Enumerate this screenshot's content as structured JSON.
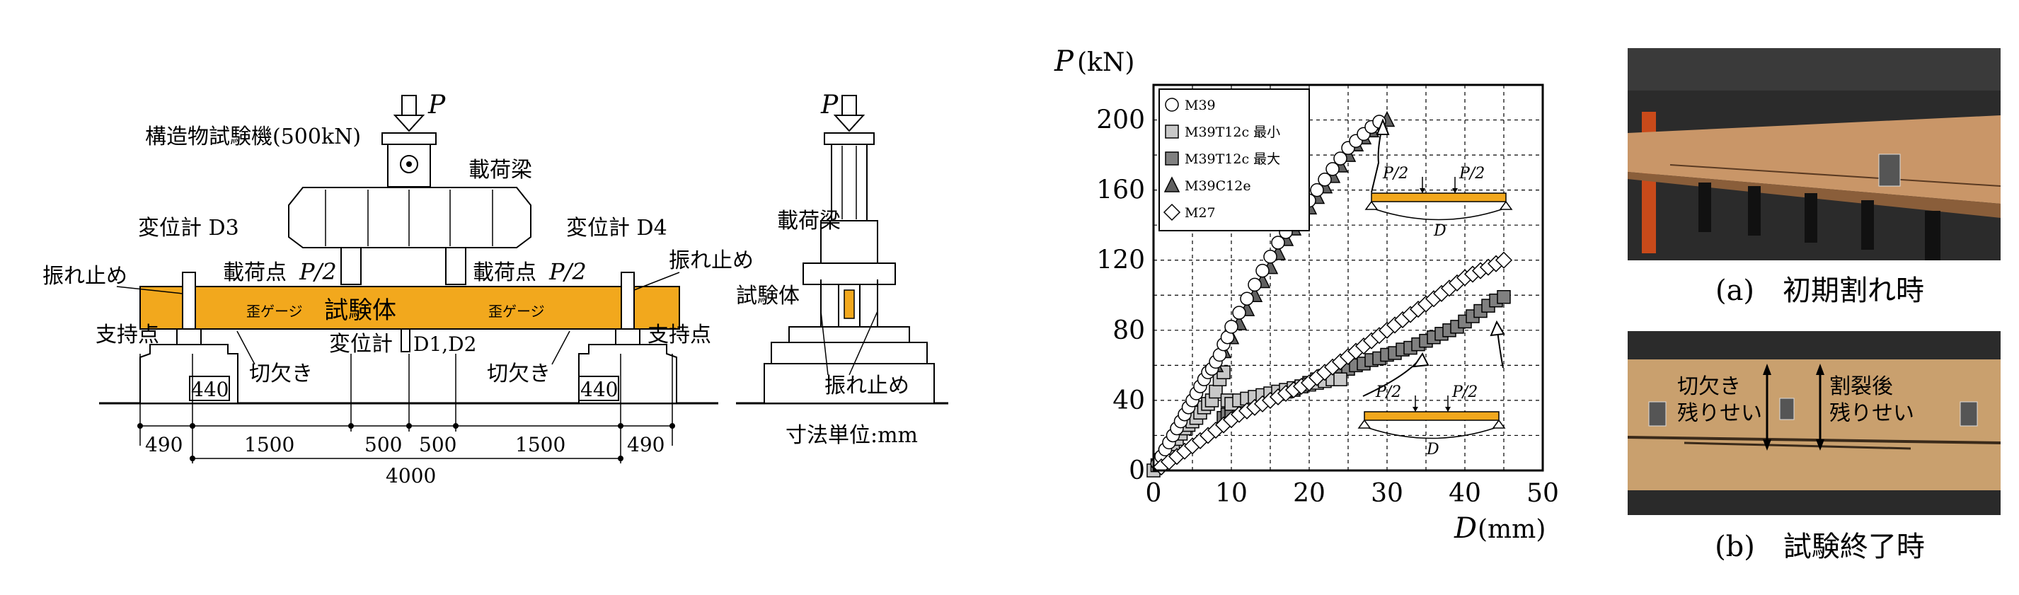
{
  "setup": {
    "machine": "構造物試験機(500kN)",
    "P": "P",
    "loading_beam": "載荷梁",
    "gauge_d3": "変位計 D3",
    "gauge_d4": "変位計 D4",
    "brace": "振れ止め",
    "load_point": "載荷点",
    "half_p": "P/2",
    "strain_gauge": "歪ゲージ",
    "specimen": "試験体",
    "support": "支持点",
    "gauge_center": "変位計",
    "d1d2": "D1,D2",
    "notch": "切欠き",
    "dim_440": "440",
    "dims": [
      "490",
      "1500",
      "500",
      "500",
      "1500",
      "490"
    ],
    "dim_total": "4000",
    "units": "寸法単位:mm"
  },
  "chart_data": {
    "type": "scatter",
    "xlabel_var": "D",
    "xlabel_unit": "(mm)",
    "ylabel_var": "P",
    "ylabel_unit": "(kN)",
    "xlim": [
      0,
      50
    ],
    "ylim": [
      0,
      220
    ],
    "xticks": [
      0,
      10,
      20,
      30,
      40,
      50
    ],
    "yticks": [
      0,
      40,
      80,
      120,
      160,
      200
    ],
    "grid": true,
    "legend_position": "top-left",
    "inset_half_p": "P/2",
    "inset_d": "D",
    "series": [
      {
        "name": "M39",
        "marker": "circle",
        "fill": "#ffffff",
        "x": [
          0.5,
          1,
          1.5,
          2,
          2.5,
          3,
          3.5,
          4,
          4.5,
          5,
          5.5,
          6,
          6.5,
          7,
          7.5,
          8,
          8.5,
          9,
          9.5,
          10,
          11,
          12,
          13,
          14,
          15,
          16,
          17,
          18,
          19,
          20,
          21,
          22,
          23,
          24,
          25,
          26,
          27,
          28,
          29
        ],
        "y": [
          4,
          8,
          12,
          16,
          20,
          24,
          28,
          32,
          36,
          40,
          44,
          48,
          52,
          56,
          58,
          62,
          66,
          72,
          76,
          82,
          90,
          98,
          106,
          114,
          122,
          130,
          136,
          142,
          148,
          154,
          160,
          166,
          172,
          178,
          184,
          188,
          192,
          196,
          199
        ]
      },
      {
        "name": "M39T12c 最小",
        "marker": "square",
        "fill": "#c8c8c8",
        "x": [
          0,
          0.5,
          1,
          1.5,
          2,
          2.5,
          3,
          3.5,
          4,
          4.5,
          5,
          5.5,
          6,
          6.5,
          7,
          7.5,
          8,
          8.5,
          9,
          9.5,
          10,
          11,
          12,
          13,
          14,
          15,
          16,
          17,
          18,
          19,
          20,
          21,
          22,
          23,
          24
        ],
        "y": [
          0,
          3,
          6,
          9,
          12,
          15,
          18,
          21,
          24,
          26,
          28,
          30,
          33,
          36,
          38,
          40,
          45,
          52,
          56,
          40,
          38,
          40,
          41,
          42,
          43,
          44,
          45,
          46,
          47,
          48,
          49,
          50,
          51,
          52,
          52
        ]
      },
      {
        "name": "M39T12c 最大",
        "marker": "square",
        "fill": "#808080",
        "x": [
          9,
          9.5,
          10,
          11,
          12,
          13,
          14,
          15,
          16,
          17,
          18,
          19,
          20,
          21,
          22,
          23,
          24,
          25,
          26,
          27,
          28,
          29,
          30,
          31,
          32,
          33,
          34,
          35,
          36,
          37,
          38,
          39,
          40,
          41,
          42,
          43,
          44,
          45
        ],
        "y": [
          30,
          32,
          34,
          36,
          38,
          40,
          41,
          43,
          44,
          45,
          46,
          48,
          50,
          52,
          54,
          55,
          57,
          58,
          60,
          61,
          63,
          64,
          66,
          67,
          69,
          70,
          72,
          74,
          76,
          78,
          80,
          82,
          85,
          88,
          91,
          94,
          97,
          99
        ]
      },
      {
        "name": "M39C12e",
        "marker": "triangle",
        "fill": "#606060",
        "x": [
          8,
          9,
          10,
          11,
          12,
          13,
          14,
          15,
          16,
          17,
          18,
          19,
          20,
          21,
          22,
          23,
          24,
          25,
          26,
          27,
          28,
          29,
          30
        ],
        "y": [
          60,
          68,
          76,
          84,
          92,
          100,
          108,
          116,
          124,
          132,
          138,
          144,
          150,
          156,
          162,
          168,
          174,
          180,
          186,
          190,
          194,
          198,
          200
        ]
      },
      {
        "name": "M27",
        "marker": "diamond",
        "fill": "#ffffff",
        "x": [
          1,
          2,
          3,
          4,
          5,
          6,
          7,
          8,
          9,
          10,
          11,
          12,
          13,
          14,
          15,
          16,
          17,
          18,
          19,
          20,
          21,
          22,
          23,
          24,
          25,
          26,
          27,
          28,
          29,
          30,
          31,
          32,
          33,
          34,
          35,
          36,
          37,
          38,
          39,
          40,
          41,
          42,
          43,
          44,
          45
        ],
        "y": [
          2,
          5,
          8,
          11,
          14,
          17,
          20,
          23,
          26,
          29,
          32,
          34,
          36,
          38,
          40,
          42,
          44,
          46,
          48,
          50,
          53,
          56,
          59,
          62,
          65,
          68,
          71,
          74,
          77,
          80,
          83,
          86,
          89,
          92,
          95,
          98,
          101,
          104,
          107,
          110,
          112,
          114,
          116,
          118,
          120
        ]
      }
    ]
  },
  "photos": {
    "caption_a": "(a)　初期割れ時",
    "caption_b": "(b)　試験終了時",
    "notch_residual": "切欠き\n残りせい",
    "split_residual": "割裂後\n残りせい"
  }
}
